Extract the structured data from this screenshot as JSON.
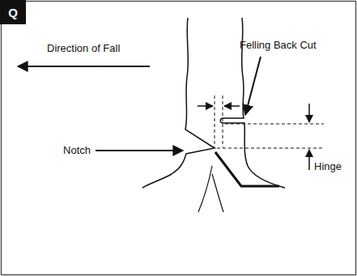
{
  "diagram": {
    "nodes": [
      {
        "text": [
          "Q"
        ]
      }
    ],
    "labels": [
      "Direction of Fall",
      "Felling Back Cut",
      "Notch",
      "Hinge"
    ]
  }
}
